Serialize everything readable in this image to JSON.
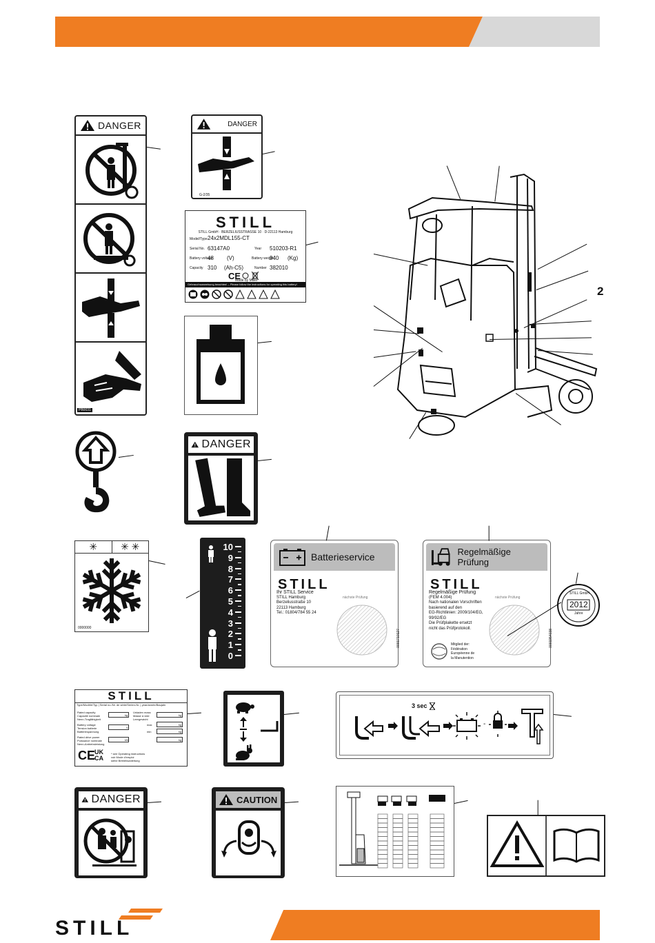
{
  "page": {
    "header_bar_colors": {
      "orange": "#ef7d22",
      "grey": "#d8d8d8"
    },
    "callout_number": "2",
    "footer_logo": "STILL"
  },
  "labels": {
    "danger": "DANGER",
    "caution": "CAUTION",
    "label_codes": {
      "danger_top": "G-2/35",
      "strip": "PB0031",
      "snow": "0000000",
      "battery_side": "0001710127",
      "inspection_side": "0001954038"
    }
  },
  "nameplate": {
    "brand": "STILL",
    "header_line": "STILL GmbH · BERZELIUSSTRASSE 10 · D-22113 Hamburg",
    "model_label": "Model/Type",
    "model": "24x2MDL155-CT",
    "serial_label": "Serial No.",
    "serial": "63147A0",
    "year_label": "Year",
    "year": "510203-R1",
    "voltage_label": "Battery voltage",
    "voltage": "48",
    "voltage_unit": "(V)",
    "weight_label": "Battery weight",
    "weight": "940",
    "weight_unit": "(Kg)",
    "capacity_label": "Capacity",
    "capacity": "310",
    "capacity_unit": "(Ah-C5)",
    "code_label": "Number",
    "code": "382010",
    "made_by": "Made by Miller",
    "strip_text": "Gebrauchsanweisung beachten! – Please follow the instructions for operating this battery!"
  },
  "scale": {
    "values": [
      "10",
      "9",
      "8",
      "7",
      "6",
      "5",
      "4",
      "3",
      "2",
      "1",
      "0"
    ]
  },
  "battery_service": {
    "title": "Batterieservice",
    "brand": "STILL",
    "service_name": "Ihr STILL Service",
    "address_1": "STILL Hamburg",
    "address_2": "Berzeliusstraße 10",
    "address_3": "22113 Hamburg",
    "phone": "Tel.: 01804/784 55 24",
    "next_check": "nächste Prüfung"
  },
  "inspection": {
    "title": "Regelmäßige Prüfung",
    "brand": "STILL",
    "heading": "Regelmäßige Prüfung",
    "fem": "(FEM 4.004)",
    "body_1": "Nach nationalen Vorschriften",
    "body_2": "basierend auf den",
    "body_3": "EG-Richtlinien: 2009/104/EG,",
    "body_4": "99/92/EG",
    "body_5": "Die Prüfplakette ersetzt",
    "body_6": "nicht das Prüfprotokoll.",
    "member_1": "Mitglied der:",
    "member_2": "Fédération",
    "member_3": "Européenne de",
    "member_4": "la Manutention",
    "next_check": "nächste Prüfung"
  },
  "seal": {
    "company": "STILL GmbH",
    "year": "2012",
    "sub": "Jahre"
  },
  "capacity_plate": {
    "brand": "STILL",
    "type_row": "Type/Modèle/Typ | Serial no./Nr. de série/Serien-Nr. | year/année/Baujahr",
    "rated_capacity": "Rated capacity",
    "rated_capacity_fr": "Capacité nominale",
    "rated_capacity_de": "Nenn-Tragfähigkeit",
    "unladen_mass": "Unladen mass",
    "unladen_mass_fr": "Masse à vide",
    "unladen_mass_de": "Leergewicht",
    "battery_voltage": "Battery voltage",
    "battery_voltage_fr": "Tension batterie",
    "battery_voltage_de": "Batteriespannung",
    "rated_power": "Rated drive power",
    "rated_power_fr": "Puissance nominale",
    "rated_power_de": "Nenn-Antriebsleistung",
    "unit_kg": "kg",
    "unit_v": "V",
    "unit_kw": "kW",
    "max": "max",
    "min": "min",
    "ce": "CE",
    "ukca_1": "UK",
    "ukca_2": "CA",
    "note_1": "* see Operating instructions",
    "note_2": "voir Mode d'emploi",
    "note_3": "siehe Betriebsanleitung"
  },
  "sequence": {
    "timer": "3 sec"
  }
}
